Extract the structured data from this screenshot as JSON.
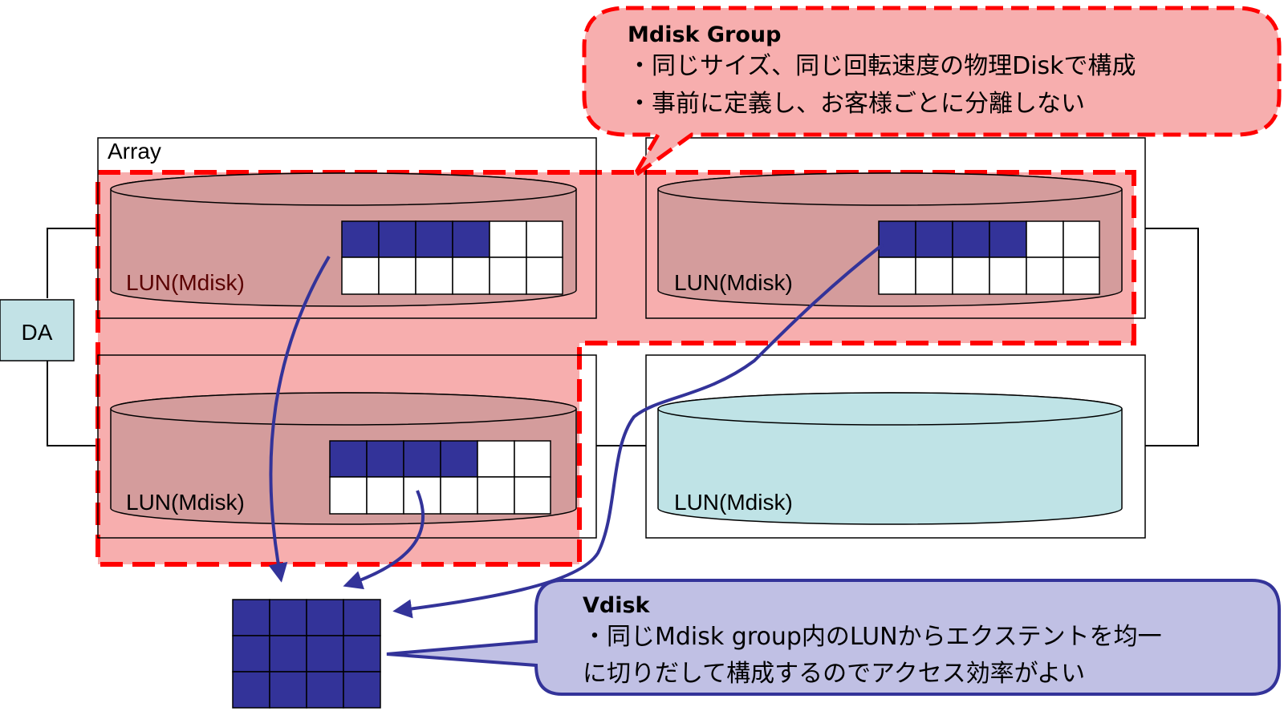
{
  "diagram": {
    "da_label": "DA",
    "array_label": "Array",
    "lun_label": "LUN(Mdisk)",
    "mdisk_group": {
      "title": "Mdisk Group",
      "line1": "・同じサイズ、同じ回転速度の物理Diskで構成",
      "line2": "・事前に定義し、お客様ごとに分離しない"
    },
    "vdisk": {
      "title": "Vdisk",
      "line1": "・同じMdisk group内のLUNからエクステントを均一",
      "line2": "に切りだして構成するのでアクセス効率がよい"
    },
    "colors": {
      "group_fill": "#f7aeae",
      "group_border": "#ff0000",
      "cylinder_in_group": "#d49c9c",
      "cylinder_outside": "#bfe3e6",
      "extent_fill": "#333399",
      "arrow": "#333399",
      "vdisk_bubble": "#c0c0e4",
      "da_box": "#c2e2e6"
    }
  }
}
